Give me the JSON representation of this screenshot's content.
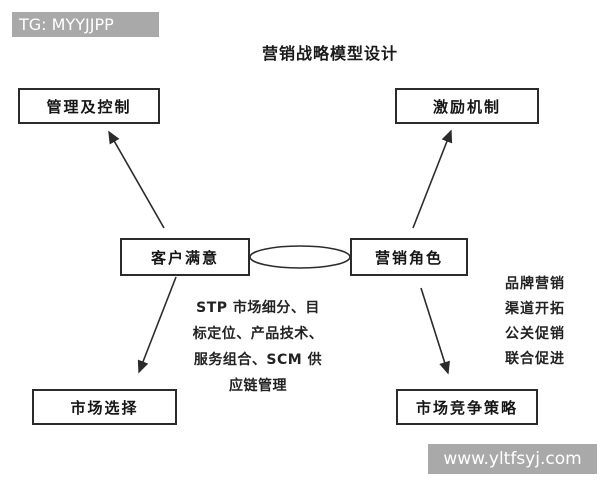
{
  "top_banner": {
    "label": "TG: MYYJJPP"
  },
  "title": "营销战略模型设计",
  "diagram": {
    "nodes": {
      "management_control": "管理及控制",
      "incentive_mechanism": "激励机制",
      "customer_satisfaction": "客户满意",
      "marketing_role": "营销角色",
      "market_selection": "市场选择",
      "market_competition_strategy": "市场竞争策略"
    },
    "center_note": {
      "lines": [
        "STP 市场细分、目",
        "标定位、产品技术、",
        "服务组合、SCM 供",
        "应链管理"
      ]
    },
    "side_note": {
      "lines": [
        "品牌营销",
        "渠道开拓",
        "公关促销",
        "联合促进"
      ]
    }
  },
  "bottom_banner": {
    "label": "www.yltfsyj.com"
  },
  "colors": {
    "banner_gray": "#a9a9a9",
    "line_color": "#2b2b2b",
    "background": "#ffffff",
    "text": "#151515"
  }
}
